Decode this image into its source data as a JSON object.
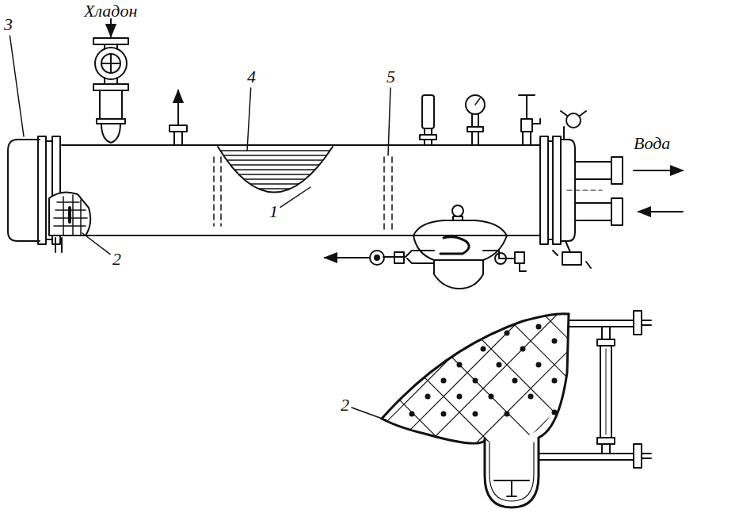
{
  "diagram": {
    "labels": [
      "Хладон",
      "3",
      "4",
      "5",
      "Вода",
      "2",
      "1",
      "2"
    ]
  }
}
